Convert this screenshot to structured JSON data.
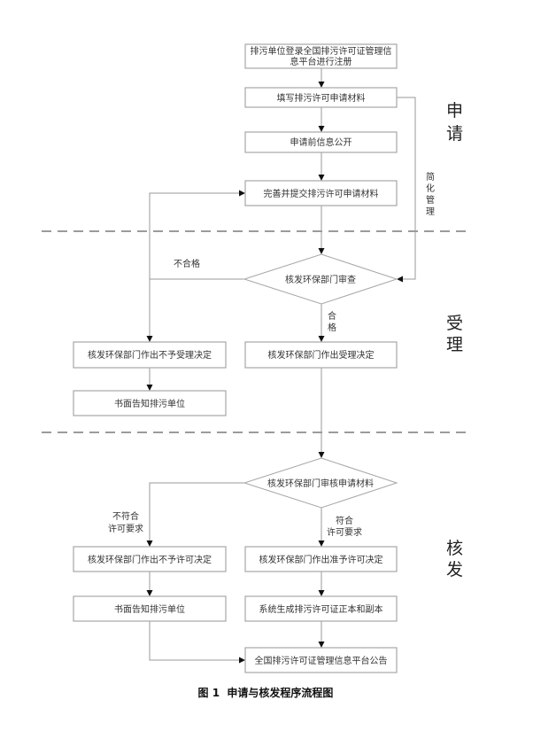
{
  "figure": {
    "caption": "图 1  申请与核发程序流程图"
  },
  "sections": {
    "apply": [
      "申",
      "请"
    ],
    "accept": [
      "受",
      "理"
    ],
    "issue": [
      "核",
      "发"
    ]
  },
  "nodes": {
    "register": [
      "排污单位登录全国排污许可证管理信",
      "息平台进行注册"
    ],
    "fill_form": "填写排污许可申请材料",
    "disclose": "申请前信息公开",
    "submit": "完善并提交排污许可申请材料",
    "review": "核发环保部门审查",
    "reject_accept": "核发环保部门作出不予受理决定",
    "notify_1": "书面告知排污单位",
    "accept": "核发环保部门作出受理决定",
    "audit": "核发环保部门审核申请材料",
    "deny_permit": "核发环保部门作出不予许可决定",
    "grant_permit": "核发环保部门作出准予许可决定",
    "notify_2": "书面告知排污单位",
    "generate": "系统生成排污许可证正本和副本",
    "publish": "全国排污许可证管理信息平台公告"
  },
  "edges": {
    "simplified": [
      "简",
      "化",
      "管",
      "理"
    ],
    "failed": "不合格",
    "passed": [
      "合",
      "格"
    ],
    "not_compliant": [
      "不符合",
      "许可要求"
    ],
    "compliant": [
      "符合",
      "许可要求"
    ]
  }
}
